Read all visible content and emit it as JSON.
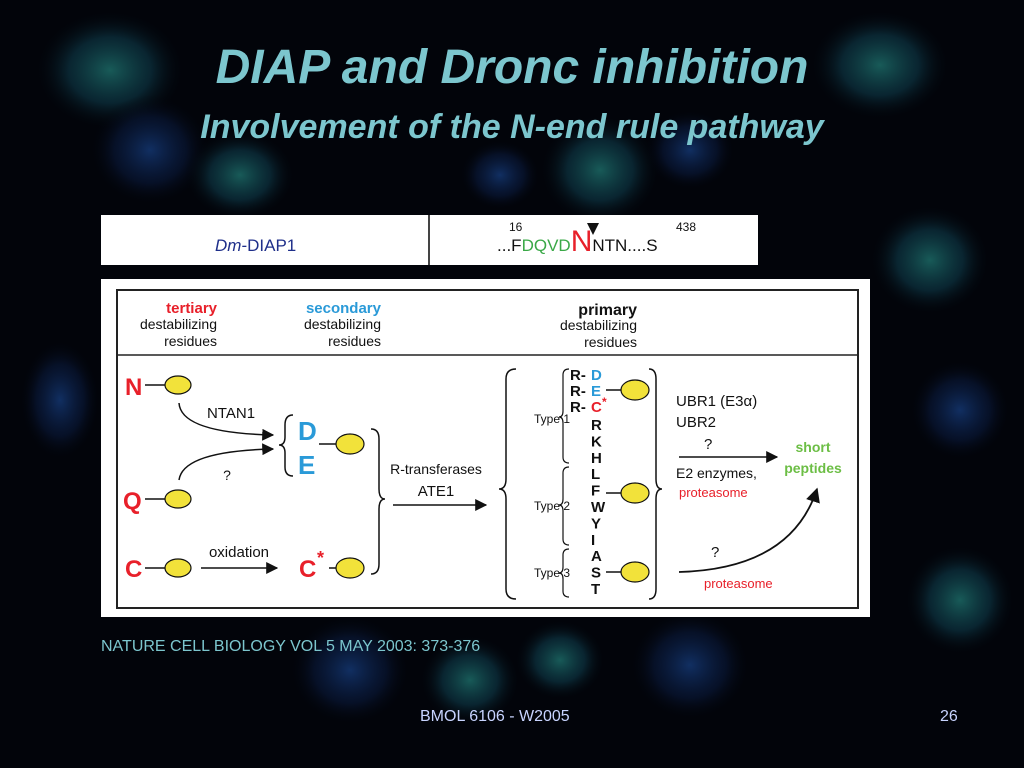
{
  "title": "DIAP and Dronc inhibition",
  "subtitle": "Involvement of the N-end rule pathway",
  "sequence": {
    "protein_prefix": "Dm",
    "protein_name": "-DIAP1",
    "pos_start": "16",
    "pos_end": "438",
    "seq_lead": "...F",
    "seq_motif": "DQVD",
    "seq_cleaved": "N",
    "seq_tail": "NTN....S"
  },
  "diagram": {
    "header_tertiary": "tertiary",
    "header_tertiary_sub1": "destabilizing",
    "header_tertiary_sub2": "residues",
    "header_secondary": "secondary",
    "header_secondary_sub1": "destabilizing",
    "header_secondary_sub2": "residues",
    "header_primary": "primary",
    "header_primary_sub1": "destabilizing",
    "header_primary_sub2": "residues",
    "res_N": "N",
    "res_Q": "Q",
    "res_C": "C",
    "res_D": "D",
    "res_E": "E",
    "res_Cstar": "C",
    "star": "*",
    "ntan1": "NTAN1",
    "q_question": "?",
    "oxidation": "oxidation",
    "r_transferases": "R-transferases",
    "ate1": "ATE1",
    "type1": "Type 1",
    "type2": "Type 2",
    "type3": "Type 3",
    "r_prefix": "R-",
    "prim_D": "D",
    "prim_E": "E",
    "prim_C": "C",
    "primary_letters": [
      "R",
      "K",
      "H",
      "L",
      "F",
      "W",
      "Y",
      "I",
      "A",
      "S",
      "T"
    ],
    "ubr1": "UBR1 (E3α)",
    "ubr2": "UBR2",
    "q_top": "?",
    "e2": "E2 enzymes,",
    "proteasome_top": "proteasome",
    "short": "short",
    "peptides": "peptides",
    "q_bottom": "?",
    "proteasome_bottom": "proteasome"
  },
  "citation": "NATURE CELL BIOLOGY VOL 5 MAY 2003: 373-376",
  "footer_course": "BMOL 6106 - W2005",
  "footer_page": "26",
  "colors": {
    "red": "#e8202a",
    "blue": "#2a9ad8",
    "green": "#3aa847",
    "green_light": "#6cbe45",
    "navy": "#1f2f8a",
    "ellipse": "#f2e23a",
    "title": "#7cc6ce"
  }
}
